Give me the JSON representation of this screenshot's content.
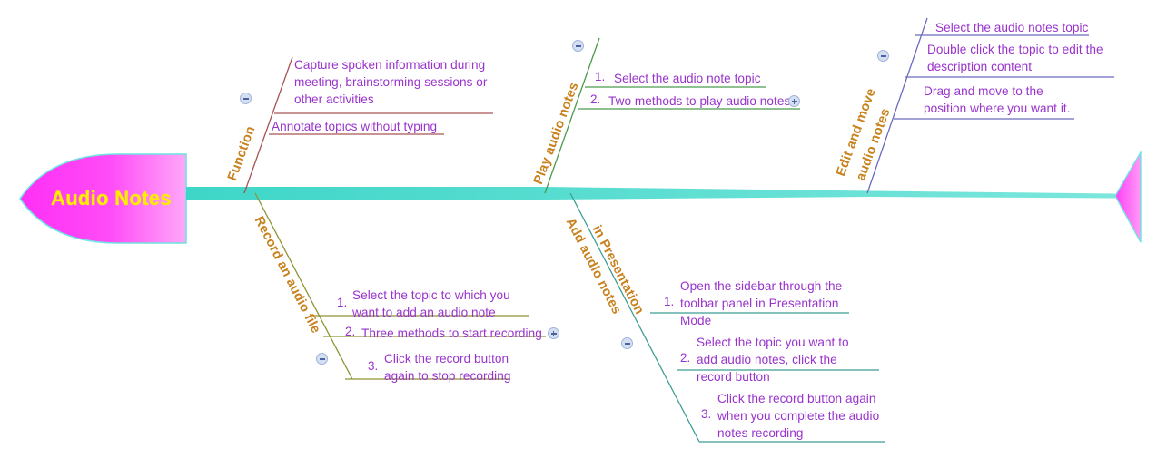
{
  "diagram": {
    "type": "fishbone",
    "root": {
      "label": "Audio Notes",
      "fill_start": "#ff8cf0",
      "fill_end": "#ff00ff",
      "text_color": "#ffee00"
    },
    "spine_color": "#3ed6c8",
    "branches": [
      {
        "id": "function",
        "label": "Function",
        "label_lines": [
          "Function"
        ],
        "side": "top",
        "line_color": "#a65353",
        "toggle": "minus",
        "items": [
          {
            "number": "",
            "text": "Capture spoken information during\nmeeting, brainstorming sessions or\nother activities",
            "toggle": ""
          },
          {
            "number": "",
            "text": "Annotate topics without typing",
            "toggle": ""
          }
        ]
      },
      {
        "id": "play-audio-notes",
        "label": "Play audio notes",
        "label_lines": [
          "Play audio notes"
        ],
        "side": "top",
        "line_color": "#4c9a4c",
        "toggle": "minus",
        "items": [
          {
            "number": "1.",
            "text": "Select the audio note topic",
            "toggle": ""
          },
          {
            "number": "2.",
            "text": "Two methods to play audio notes",
            "toggle": "plus"
          }
        ]
      },
      {
        "id": "edit-and-move-audio-notes",
        "label": "Edit and move audio notes",
        "label_lines": [
          "Edit and move",
          "audio notes"
        ],
        "side": "top",
        "line_color": "#6b6bbf",
        "toggle": "minus",
        "items": [
          {
            "number": "",
            "text": "Select the audio notes topic",
            "toggle": ""
          },
          {
            "number": "",
            "text": "Double click the topic to edit the\ndescription content",
            "toggle": ""
          },
          {
            "number": "",
            "text": "Drag and move to the\nposition where you want it.",
            "toggle": ""
          }
        ]
      },
      {
        "id": "record-an-audio-file",
        "label": "Record an audio file",
        "label_lines": [
          "Record an audio file"
        ],
        "side": "bottom",
        "line_color": "#8f9433",
        "toggle": "minus",
        "items": [
          {
            "number": "1.",
            "text": "Select the topic to which you\nwant to add an audio note",
            "toggle": ""
          },
          {
            "number": "2.",
            "text": "Three methods to start recording",
            "toggle": "plus"
          },
          {
            "number": "3.",
            "text": "Click the record button\nagain to stop recording",
            "toggle": ""
          }
        ]
      },
      {
        "id": "add-audio-notes-in-presentation",
        "label": "Add audio notes in Presentation",
        "label_lines": [
          "Add audio notes",
          "in Presentation"
        ],
        "side": "bottom",
        "line_color": "#3f9e94",
        "toggle": "minus",
        "items": [
          {
            "number": "1.",
            "text": "Open the sidebar through the\ntoolbar panel in Presentation\nMode",
            "toggle": ""
          },
          {
            "number": "2.",
            "text": "Select the topic you want to\nadd audio notes, click the\nrecord button",
            "toggle": ""
          },
          {
            "number": "3.",
            "text": "Click the record button again\nwhen you complete the audio\nnotes recording",
            "toggle": ""
          }
        ]
      }
    ]
  }
}
